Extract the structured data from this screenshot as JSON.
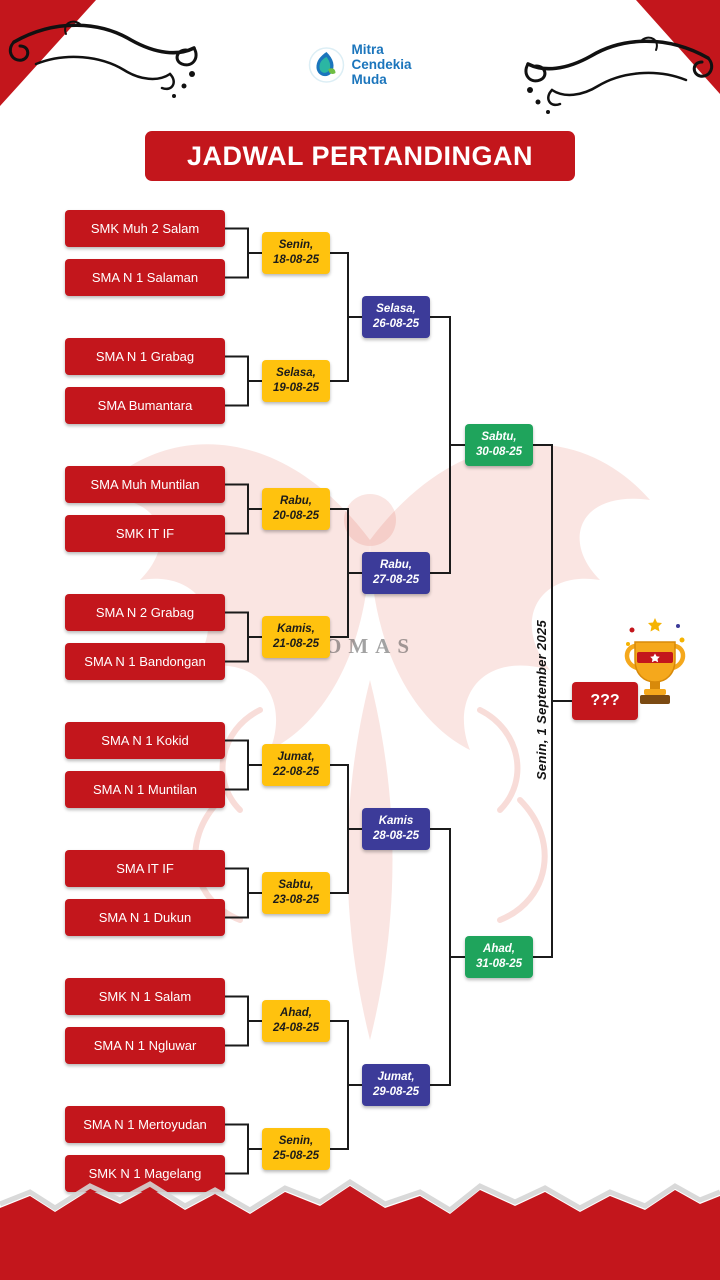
{
  "page": {
    "title": "JADWAL PERTANDINGAN"
  },
  "logo": {
    "lines": [
      "Mitra",
      "Cendekia",
      "Muda"
    ]
  },
  "bracket": {
    "round1": [
      {
        "teamA": "SMK Muh 2 Salam",
        "teamB": "SMA N 1 Salaman",
        "day": "Senin,",
        "date": "18-08-25"
      },
      {
        "teamA": "SMA N 1 Grabag",
        "teamB": "SMA Bumantara",
        "day": "Selasa,",
        "date": "19-08-25"
      },
      {
        "teamA": "SMA Muh Muntilan",
        "teamB": "SMK IT IF",
        "day": "Rabu,",
        "date": "20-08-25"
      },
      {
        "teamA": "SMA N 2 Grabag",
        "teamB": "SMA N 1 Bandongan",
        "day": "Kamis,",
        "date": "21-08-25"
      },
      {
        "teamA": "SMA N 1 Kokid",
        "teamB": "SMA N 1 Muntilan",
        "day": "Jumat,",
        "date": "22-08-25"
      },
      {
        "teamA": "SMA IT IF",
        "teamB": "SMA N 1 Dukun",
        "day": "Sabtu,",
        "date": "23-08-25"
      },
      {
        "teamA": "SMK N 1 Salam",
        "teamB": "SMA N 1 Ngluwar",
        "day": "Ahad,",
        "date": "24-08-25"
      },
      {
        "teamA": "SMA N 1 Mertoyudan",
        "teamB": "SMK N 1 Magelang",
        "day": "Senin,",
        "date": "25-08-25"
      }
    ],
    "round2": [
      {
        "day": "Selasa,",
        "date": "26-08-25"
      },
      {
        "day": "Rabu,",
        "date": "27-08-25"
      },
      {
        "day": "Kamis",
        "date": "28-08-25"
      },
      {
        "day": "Jumat,",
        "date": "29-08-25"
      }
    ],
    "semifinal": [
      {
        "day": "Sabtu,",
        "date": "30-08-25"
      },
      {
        "day": "Ahad,",
        "date": "31-08-25"
      }
    ],
    "final": {
      "label": "???",
      "schedule": "Senin, 1 September 2025"
    }
  },
  "watermark": {
    "text": "OMAS"
  },
  "colors": {
    "red": "#C3161C",
    "yellow": "#FFC20E",
    "blue": "#3C3B99",
    "green": "#1FA45C",
    "logo_blue": "#1B75BC",
    "line": "#1B1B1B"
  }
}
